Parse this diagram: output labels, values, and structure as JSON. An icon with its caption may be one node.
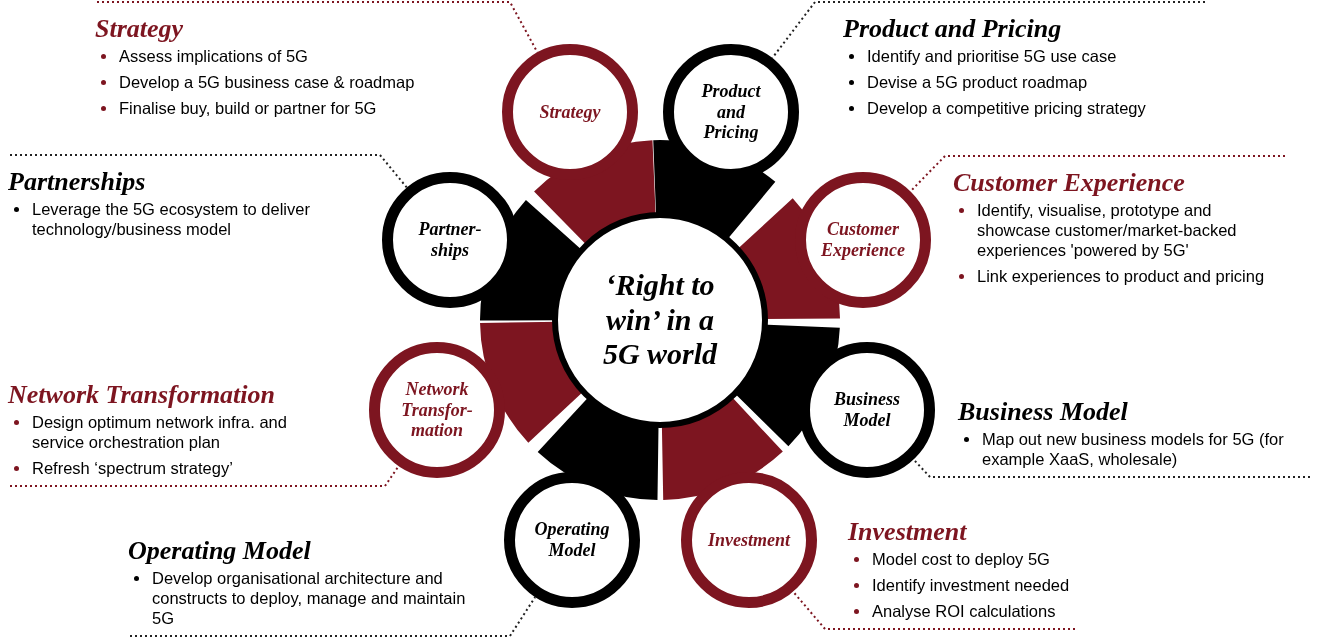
{
  "diagram": {
    "nodes": [
      {
        "text": [
          "‘Right to win’ in a 5G world"
        ]
      },
      {
        "text": [
          "Strategy"
        ]
      },
      {
        "text": [
          "Product and Pricing"
        ]
      },
      {
        "text": [
          "Customer Experience"
        ]
      },
      {
        "text": [
          "Business Model"
        ]
      },
      {
        "text": [
          "Investment"
        ]
      },
      {
        "text": [
          "Operating Model"
        ]
      },
      {
        "text": [
          "Network Transfor-mation"
        ]
      },
      {
        "text": [
          "Partner-ships"
        ]
      },
      {
        "text": [
          "Strategy",
          "Assess implications of 5G",
          "Develop a 5G business case & roadmap",
          "Finalise buy, build or partner for 5G"
        ]
      },
      {
        "text": [
          "Product and Pricing",
          "Identify and prioritise 5G use case",
          "Devise a 5G product roadmap",
          "Develop a competitive pricing strategy"
        ]
      },
      {
        "text": [
          "Customer Experience",
          "Identify, visualise, prototype and showcase customer/market-backed experiences 'powered by 5G'",
          "Link experiences to product and pricing"
        ]
      },
      {
        "text": [
          "Business Model",
          "Map out new business models for 5G (for example XaaS, wholesale)"
        ]
      },
      {
        "text": [
          "Investment",
          "Model cost to deploy 5G",
          "Identify investment needed",
          "Analyse ROI calculations"
        ]
      },
      {
        "text": [
          "Operating Model",
          "Develop organisational architecture and constructs to deploy, manage and maintain 5G"
        ]
      },
      {
        "text": [
          "Network Transformation",
          "Design optimum network infra. and service orchestration plan",
          "Refresh ‘spectrum strategy’"
        ]
      },
      {
        "text": [
          "Partnerships",
          "Leverage the 5G ecosystem to  deliver technology/business model"
        ]
      }
    ],
    "edges": [
      {
        "from": 9,
        "to": 1,
        "arrow": "none",
        "style": "dashed",
        "color": "#7d1520"
      },
      {
        "from": 10,
        "to": 2,
        "arrow": "none",
        "style": "dashed",
        "color": "#222222"
      },
      {
        "from": 11,
        "to": 3,
        "arrow": "none",
        "style": "dashed",
        "color": "#7d1520"
      },
      {
        "from": 12,
        "to": 4,
        "arrow": "none",
        "style": "dashed",
        "color": "#222222"
      },
      {
        "from": 13,
        "to": 5,
        "arrow": "none",
        "style": "dashed",
        "color": "#7d1520"
      },
      {
        "from": 14,
        "to": 6,
        "arrow": "none",
        "style": "dashed",
        "color": "#222222"
      },
      {
        "from": 15,
        "to": 7,
        "arrow": "none",
        "style": "dashed",
        "color": "#7d1520"
      },
      {
        "from": 16,
        "to": 8,
        "arrow": "none",
        "style": "dashed",
        "color": "#222222"
      }
    ]
  }
}
